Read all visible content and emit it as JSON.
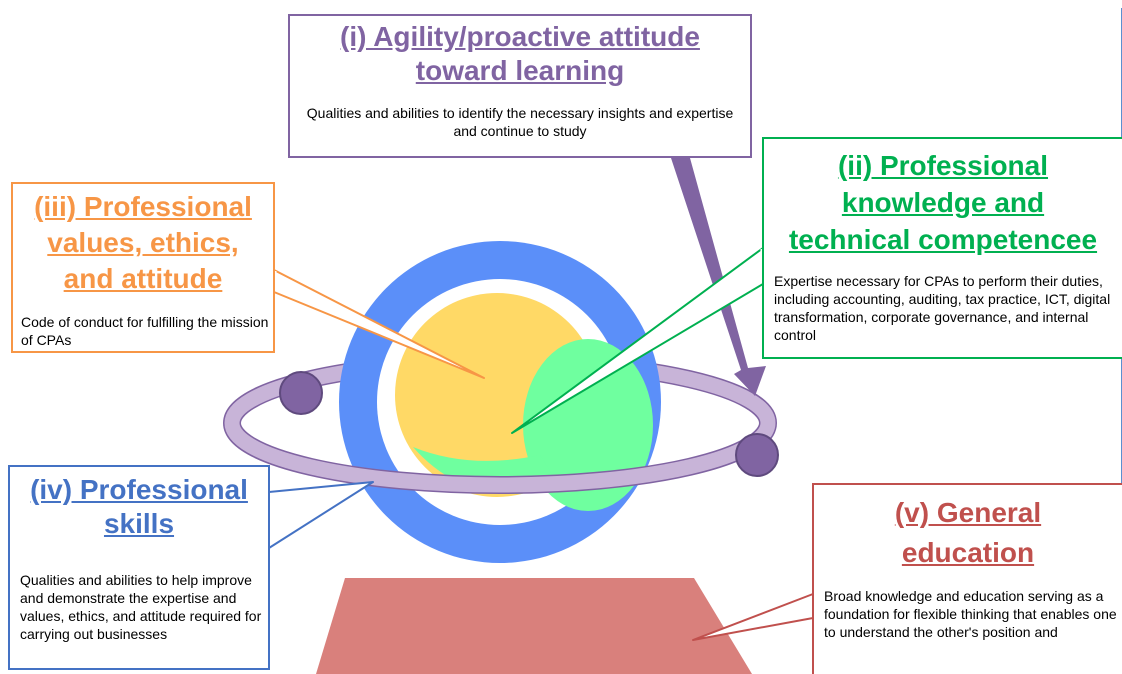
{
  "colors": {
    "purple": "#8064a2",
    "green": "#00b050",
    "orange": "#f79646",
    "blue": "#4472c4",
    "red": "#c0504d",
    "globe_ring": "#5b8ff9",
    "yellow_core": "#ffd966",
    "green_core": "#6fff9f",
    "ring_band": "#c8b4d8",
    "planet": "#8064a2",
    "base": "#d9807c"
  },
  "boxes": {
    "i": {
      "title_line1": "(i) Agility/proactive attitude",
      "title_line2": "toward learning",
      "desc": "Qualities and abilities to identify the necessary insights and expertise and continue to study"
    },
    "ii": {
      "title_line1": "(ii) Professional",
      "title_line2": "knowledge and",
      "title_line3": "technical competencee",
      "desc": "Expertise necessary for CPAs to perform their duties, including accounting, auditing, tax practice, ICT, digital transformation, corporate governance, and internal control"
    },
    "iii": {
      "title_line1": "(iii) Professional",
      "title_line2": "values, ethics,",
      "title_line3": "and attitude",
      "desc": "Code of conduct for fulfilling the mission of CPAs"
    },
    "iv": {
      "title_line1": "(iv) Professional",
      "title_line2": "skills",
      "desc": "Qualities and abilities to help improve and demonstrate the expertise and values, ethics, and attitude required for carrying out businesses"
    },
    "v": {
      "title_line1": "(v) General",
      "title_line2": "education",
      "desc": "Broad knowledge and education serving as a foundation for flexible thinking that enables one to understand the other's position and"
    }
  }
}
